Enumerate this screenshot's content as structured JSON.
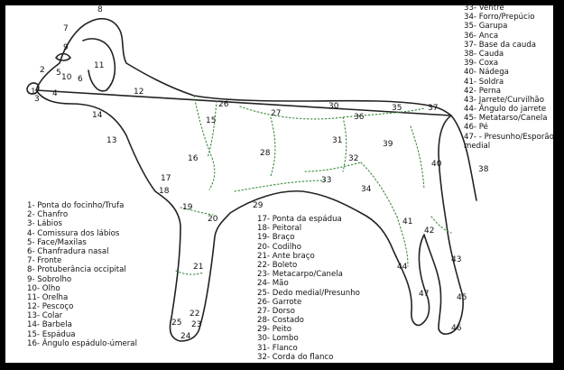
{
  "legend_left": [
    "1- Ponta do focinho/Trufa",
    "2- Chanfro",
    "3- Lábios",
    "4- Comissura dos lábios",
    "5- Face/Maxilas",
    "6- Chanfradura nasal",
    "7- Fronte",
    "8- Protuberância occipital",
    "9- Sobrolho",
    "10- Olho",
    "11- Orelha",
    "12- Pescoço",
    "13- Colar",
    "14- Barbela",
    "15- Espádua",
    "16- Ângulo espádulo-úmeral"
  ],
  "legend_middle": [
    "17- Ponta da espádua",
    "18- Peitoral",
    "19- Braço",
    "20- Codilho",
    "21- Ante braço",
    "22- Boleto",
    "23- Metacarpo/Canela",
    "24- Mão",
    "25- Dedo medial/Presunho",
    "26- Garrote",
    "27- Dorso",
    "28- Costado",
    "29- Peito",
    "30- Lombo",
    "31- Flanco",
    "32- Corda do flanco"
  ],
  "legend_right": [
    "33- Ventre",
    "34- Forro/Prepúcio",
    "35- Garupa",
    "36- Anca",
    "37- Base da cauda",
    "38- Cauda",
    "39- Coxa",
    "40- Nádega",
    "41- Soldra",
    "42- Perna",
    "43- Jarrete/Curvilhão",
    "44- Ângulo do jarrete",
    "45- Metatarso/Canela",
    "46- Pé",
    "47- - Presunho/Esporão",
    "medial"
  ],
  "numbers": [
    "1",
    "2",
    "3",
    "4",
    "5",
    "6",
    "7",
    "8",
    "9",
    "10",
    "11",
    "12",
    "13",
    "14",
    "15",
    "16",
    "17",
    "18",
    "19",
    "20",
    "21",
    "22",
    "23",
    "24",
    "25",
    "26",
    "27",
    "28",
    "29",
    "30",
    "31",
    "32",
    "33",
    "34",
    "35",
    "36",
    "37",
    "38",
    "39",
    "40",
    "41",
    "42",
    "43",
    "44",
    "45",
    "46",
    "47"
  ]
}
